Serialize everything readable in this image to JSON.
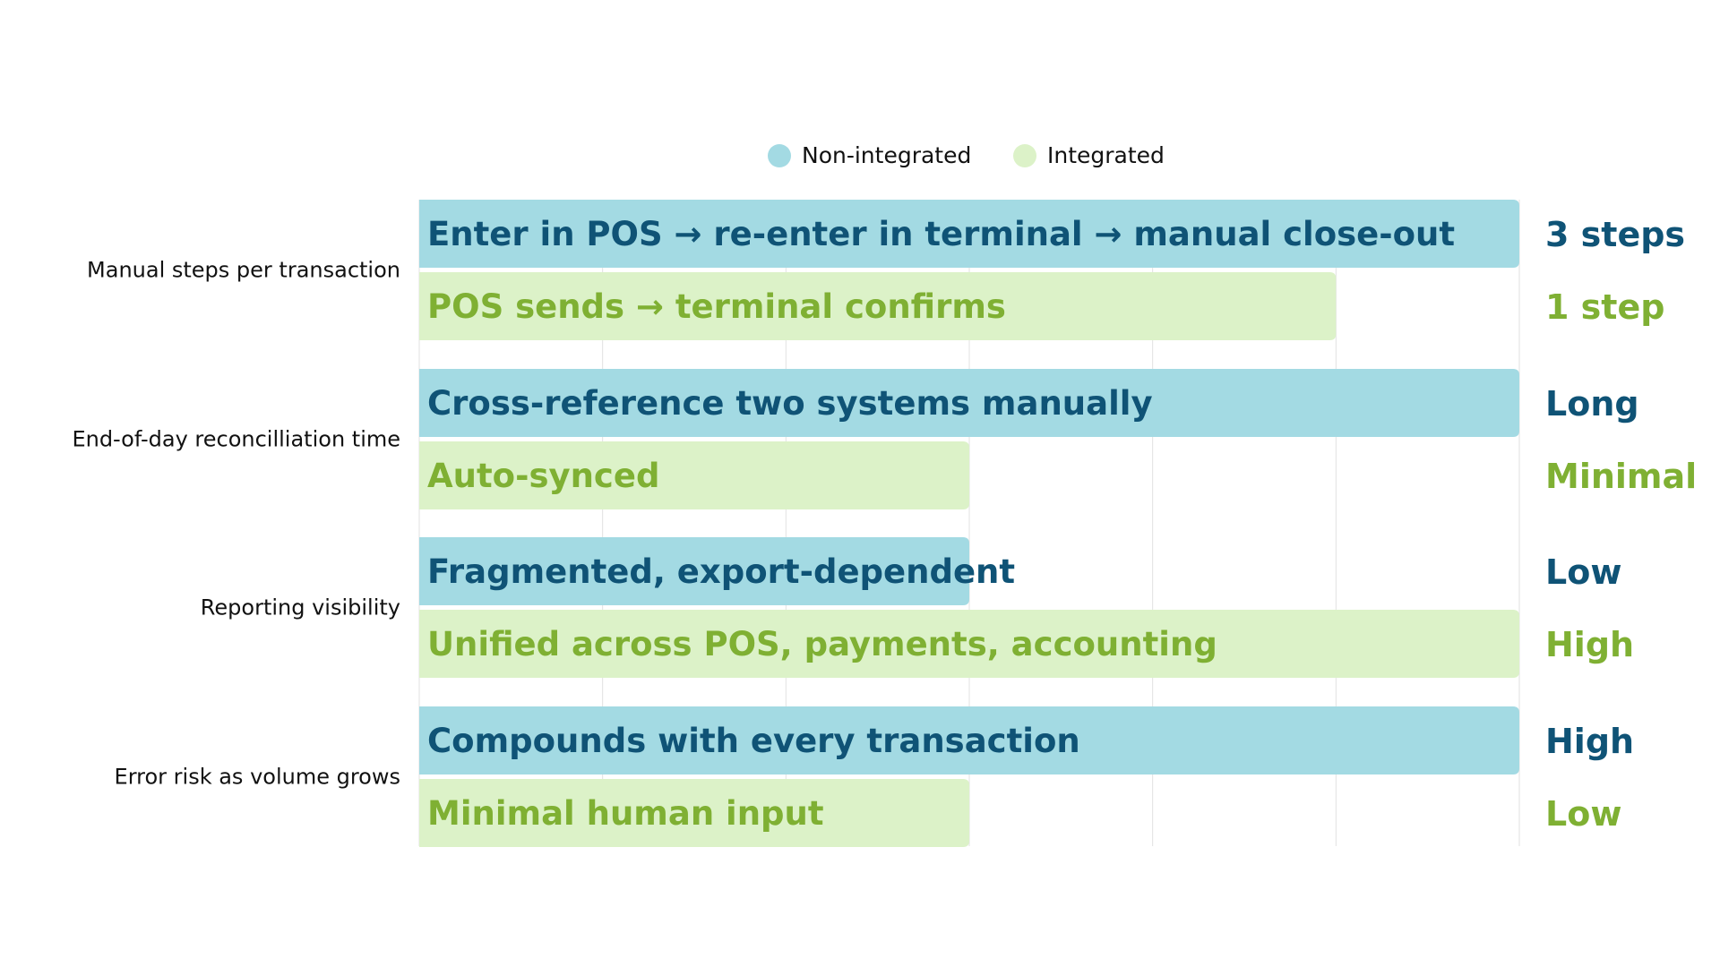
{
  "colors": {
    "non_integrated_bar": "#a3dae3",
    "integrated_bar": "#dcf2c8",
    "non_integrated_text": "#0f5376",
    "integrated_text": "#7fb033",
    "category_text": "#111111",
    "legend_text": "#111111",
    "grid": "#e2e2e2"
  },
  "chart_data": {
    "type": "bar",
    "orientation": "horizontal",
    "title": "",
    "xlabel": "",
    "ylabel": "",
    "xlim": [
      0,
      6
    ],
    "grid": true,
    "legend": {
      "placement": "top-center",
      "entries": [
        "Non-integrated",
        "Integrated"
      ]
    },
    "categories": [
      "Manual steps per transaction",
      "End-of-day reconcilliation time",
      "Reporting visibility",
      "Error risk as volume grows"
    ],
    "series": [
      {
        "name": "Non-integrated",
        "values": [
          6,
          6,
          3,
          6
        ],
        "bar_labels": [
          "Enter in POS → re-enter in terminal → manual close-out",
          "Cross-reference two systems manually",
          "Fragmented, export-dependent",
          "Compounds with every transaction"
        ],
        "outcome_labels": [
          "3 steps",
          "Long",
          "Low",
          "High"
        ]
      },
      {
        "name": "Integrated",
        "values": [
          5,
          3,
          6,
          3
        ],
        "bar_labels": [
          "POS sends → terminal confirms",
          "Auto-synced",
          "Unified across POS, payments, accounting",
          "Minimal human input"
        ],
        "outcome_labels": [
          "1 step",
          "Minimal",
          "High",
          "Low"
        ]
      }
    ]
  }
}
